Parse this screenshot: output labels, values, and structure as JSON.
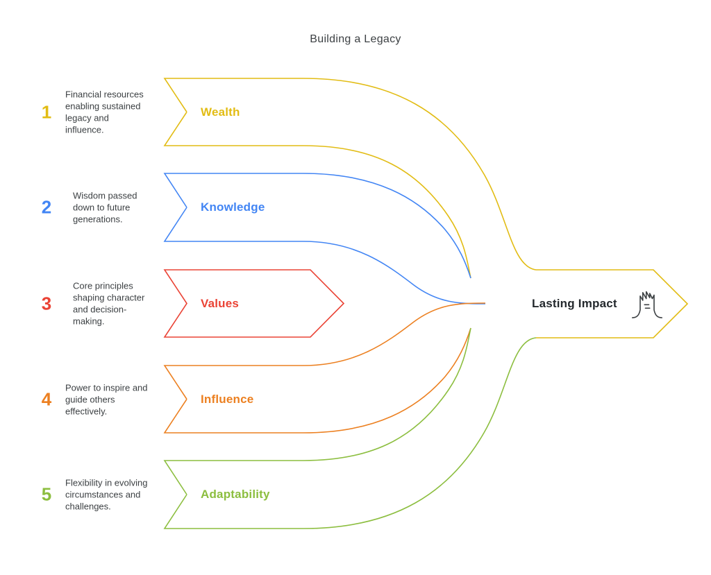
{
  "title": "Building a Legacy",
  "items": [
    {
      "number": "1",
      "label": "Wealth",
      "description": "Financial resources enabling sustained legacy and influence.",
      "color": "#e2bc14"
    },
    {
      "number": "2",
      "label": "Knowledge",
      "description": "Wisdom passed down to future generations.",
      "color": "#4285f4"
    },
    {
      "number": "3",
      "label": "Values",
      "description": "Core principles shaping character and decision-making.",
      "color": "#ea4335"
    },
    {
      "number": "4",
      "label": "Influence",
      "description": "Power to inspire and guide others effectively.",
      "color": "#ec8021"
    },
    {
      "number": "5",
      "label": "Adaptability",
      "description": "Flexibility in evolving circumstances and challenges.",
      "color": "#8cbe3f"
    }
  ],
  "result": {
    "label": "Lasting Impact",
    "icon": "tree-stump-icon",
    "icon_color": "#3c4043",
    "text_color": "#24292d",
    "outline_color": "#e2bc14"
  }
}
